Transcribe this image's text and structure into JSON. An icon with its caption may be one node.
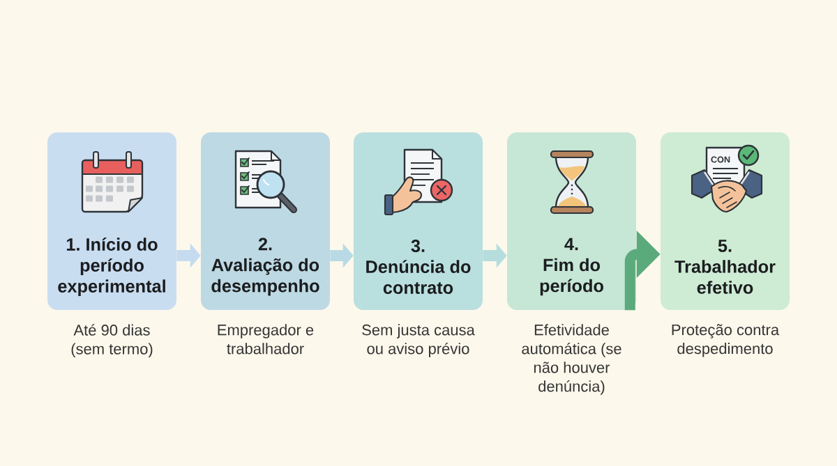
{
  "diagram": {
    "nodes": [
      {
        "text": [
          "1. Início do período experimental"
        ],
        "beside": [
          "Até 90 dias (sem termo)"
        ]
      },
      {
        "text": [
          "2. Avaliação do desempenho"
        ],
        "beside": [
          "Empregador e trabalhador"
        ]
      },
      {
        "text": [
          "3. Denúncia do contrato"
        ],
        "beside": [
          "Sem justa causa ou aviso prévio"
        ]
      },
      {
        "text": [
          "4. Fim do período"
        ],
        "beside": [
          "Efetividade automática (se não houver denúncia)"
        ]
      },
      {
        "text": [
          "5. Trabalhador efetivo"
        ],
        "beside": [
          "Proteção contra despedimento"
        ]
      }
    ],
    "edges": [
      {
        "from": 0,
        "to": 1,
        "arrow": "to"
      },
      {
        "from": 1,
        "to": 2,
        "arrow": "to"
      },
      {
        "from": 2,
        "to": 3,
        "arrow": "to"
      },
      {
        "from": 3,
        "to": 4,
        "arrow": "to",
        "color": "#5aaa7c"
      }
    ],
    "labels": [
      "CON"
    ]
  }
}
